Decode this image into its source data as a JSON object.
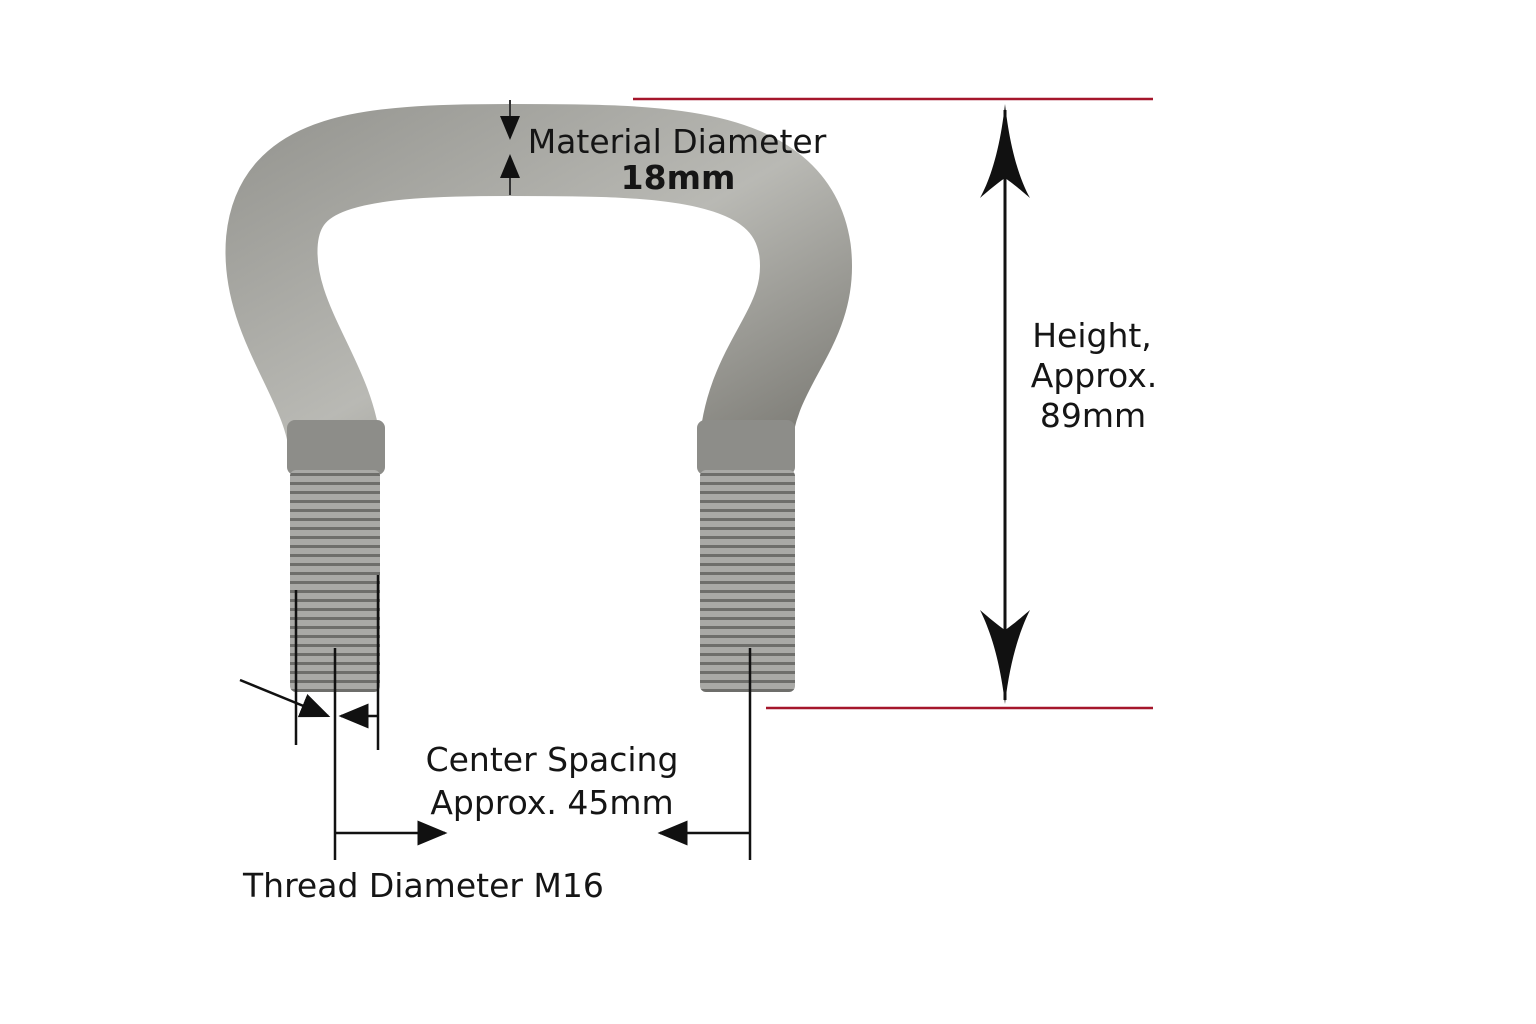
{
  "material_diameter": {
    "label": "Material Diameter",
    "value": "18mm"
  },
  "height": {
    "line1": "Height,",
    "line2": "Approx.",
    "line3": "89mm"
  },
  "center_spacing": {
    "line1": "Center Spacing",
    "line2": "Approx. 45mm"
  },
  "thread_diameter": {
    "label": "Thread Diameter M16"
  },
  "colors": {
    "reference_line": "#a5162b",
    "bolt": "#8c8c88",
    "dimension": "#111111"
  }
}
